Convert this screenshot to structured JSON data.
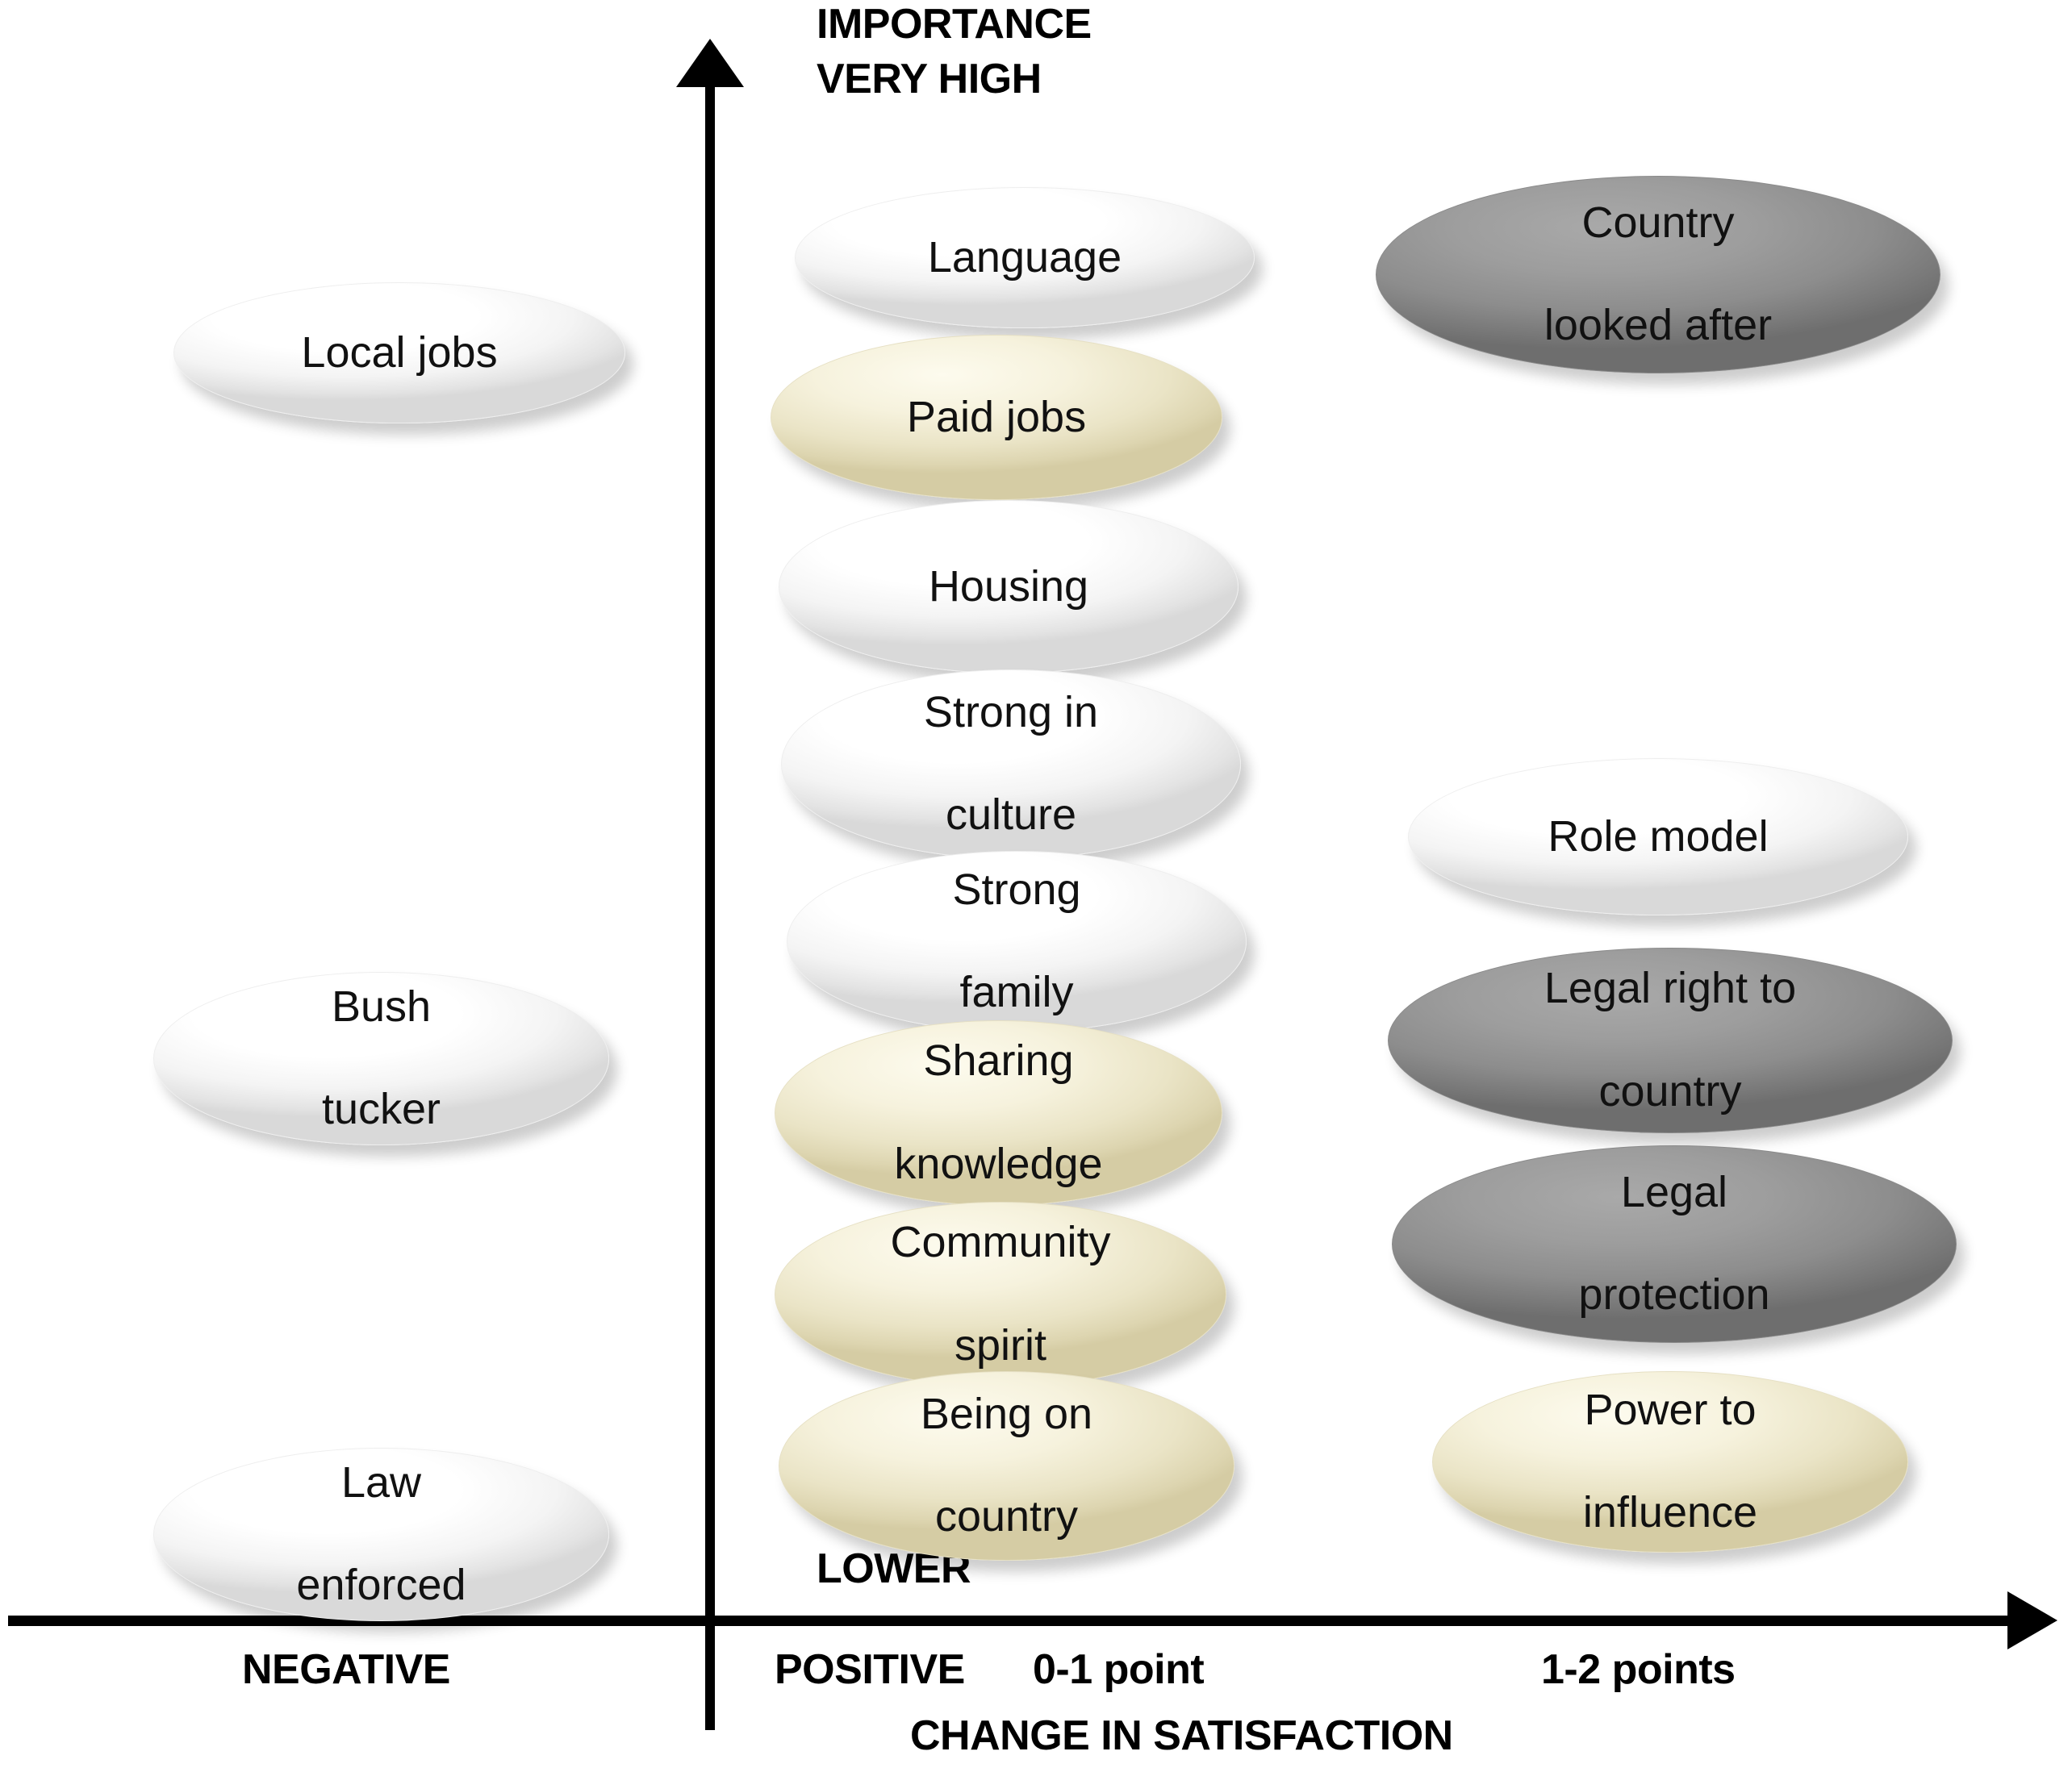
{
  "chart_data": {
    "type": "scatter",
    "title": "",
    "xlabel": "CHANGE IN SATISFACTION",
    "ylabel": "IMPORTANCE",
    "axis_labels": {
      "y_top": "IMPORTANCE",
      "y_top_2": "VERY HIGH",
      "y_bottom": "LOWER",
      "x_negative": "NEGATIVE",
      "x_positive": "POSITIVE",
      "x_tick_0_1": "0-1 point",
      "x_tick_1_2": "1-2 points",
      "x_title": "CHANGE IN SATISFACTION"
    },
    "legend": [
      {
        "name": "white",
        "color": "#ffffff"
      },
      {
        "name": "cream",
        "color": "#eae4c6"
      },
      {
        "name": "gray",
        "color": "#8d8d8d"
      }
    ],
    "columns": [
      "NEGATIVE",
      "POSITIVE 0-1 point",
      "1-2 points"
    ],
    "points": [
      {
        "label": "Local jobs",
        "column": "NEGATIVE",
        "importance_rank": 2,
        "fill": "white"
      },
      {
        "label": "Bush tucker",
        "column": "NEGATIVE",
        "importance_rank": 7,
        "fill": "white"
      },
      {
        "label": "Law enforced",
        "column": "NEGATIVE",
        "importance_rank": 10,
        "fill": "white"
      },
      {
        "label": "Language",
        "column": "POSITIVE 0-1 point",
        "importance_rank": 1,
        "fill": "white"
      },
      {
        "label": "Paid jobs",
        "column": "POSITIVE 0-1 point",
        "importance_rank": 2,
        "fill": "cream"
      },
      {
        "label": "Housing",
        "column": "POSITIVE 0-1 point",
        "importance_rank": 3,
        "fill": "white"
      },
      {
        "label": "Strong in culture",
        "column": "POSITIVE 0-1 point",
        "importance_rank": 4,
        "fill": "white"
      },
      {
        "label": "Strong family",
        "column": "POSITIVE 0-1 point",
        "importance_rank": 5,
        "fill": "white"
      },
      {
        "label": "Sharing knowledge",
        "column": "POSITIVE 0-1 point",
        "importance_rank": 6,
        "fill": "cream"
      },
      {
        "label": "Community spirit",
        "column": "POSITIVE 0-1 point",
        "importance_rank": 7,
        "fill": "cream"
      },
      {
        "label": "Being on country",
        "column": "POSITIVE 0-1 point",
        "importance_rank": 8,
        "fill": "cream"
      },
      {
        "label": "Country looked after",
        "column": "1-2 points",
        "importance_rank": 1,
        "fill": "gray"
      },
      {
        "label": "Role model",
        "column": "1-2 points",
        "importance_rank": 5,
        "fill": "white"
      },
      {
        "label": "Legal right to country",
        "column": "1-2 points",
        "importance_rank": 6,
        "fill": "gray"
      },
      {
        "label": "Legal protection",
        "column": "1-2 points",
        "importance_rank": 7,
        "fill": "gray"
      },
      {
        "label": "Power to influence",
        "column": "1-2 points",
        "importance_rank": 9,
        "fill": "cream"
      }
    ]
  },
  "axes": {
    "importance": "IMPORTANCE",
    "very_high": "VERY HIGH",
    "lower": "LOWER",
    "negative": "NEGATIVE",
    "positive": "POSITIVE",
    "tick_0_1": "0-1 point",
    "tick_1_2": "1-2 points",
    "x_axis_title": "CHANGE IN SATISFACTION"
  },
  "nodes": {
    "local_jobs": "Local jobs",
    "bush_tucker_l1": "Bush",
    "bush_tucker_l2": "tucker",
    "law_enforced_l1": "Law",
    "law_enforced_l2": "enforced",
    "language": "Language",
    "paid_jobs": "Paid jobs",
    "housing": "Housing",
    "strong_culture_l1": "Strong in",
    "strong_culture_l2": "culture",
    "strong_family_l1": "Strong",
    "strong_family_l2": "family",
    "sharing_knowledge_l1": "Sharing",
    "sharing_knowledge_l2": "knowledge",
    "community_spirit_l1": "Community",
    "community_spirit_l2": "spirit",
    "being_on_country_l1": "Being on",
    "being_on_country_l2": "country",
    "country_looked_after_l1": "Country",
    "country_looked_after_l2": "looked after",
    "role_model": "Role model",
    "legal_right_l1": "Legal right to",
    "legal_right_l2": "country",
    "legal_protection_l1": "Legal",
    "legal_protection_l2": "protection",
    "power_influence_l1": "Power to",
    "power_influence_l2": "influence"
  },
  "colors": {
    "white_fill": "#ffffff",
    "cream_fill": "#eae4c6",
    "gray_fill": "#8d8d8d",
    "axis": "#000000",
    "text": "#111111"
  }
}
